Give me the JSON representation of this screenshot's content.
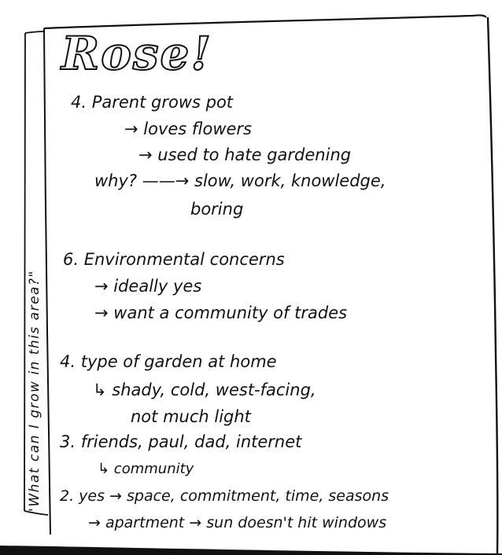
{
  "side_note": "\"What can I grow in this area?\"",
  "title": "Rose!",
  "notes": [
    {
      "text": "4. Parent grows pot"
    },
    {
      "text": "→ loves flowers"
    },
    {
      "text": "→ used to hate gardening"
    },
    {
      "text": "why? ——→ slow, work, knowledge,"
    },
    {
      "text": "boring"
    },
    {
      "text": "6. Environmental concerns"
    },
    {
      "text": "→ ideally yes"
    },
    {
      "text": "→ want a community of trades"
    },
    {
      "text": "4. type of garden at home"
    },
    {
      "text": "↳ shady, cold, west-facing,"
    },
    {
      "text": "not much light"
    },
    {
      "text": "3. friends, paul, dad, internet"
    },
    {
      "text": "↳ community"
    },
    {
      "text": "2. yes → space, commitment, time, seasons"
    },
    {
      "text": "→ apartment → sun doesn't hit windows"
    }
  ]
}
